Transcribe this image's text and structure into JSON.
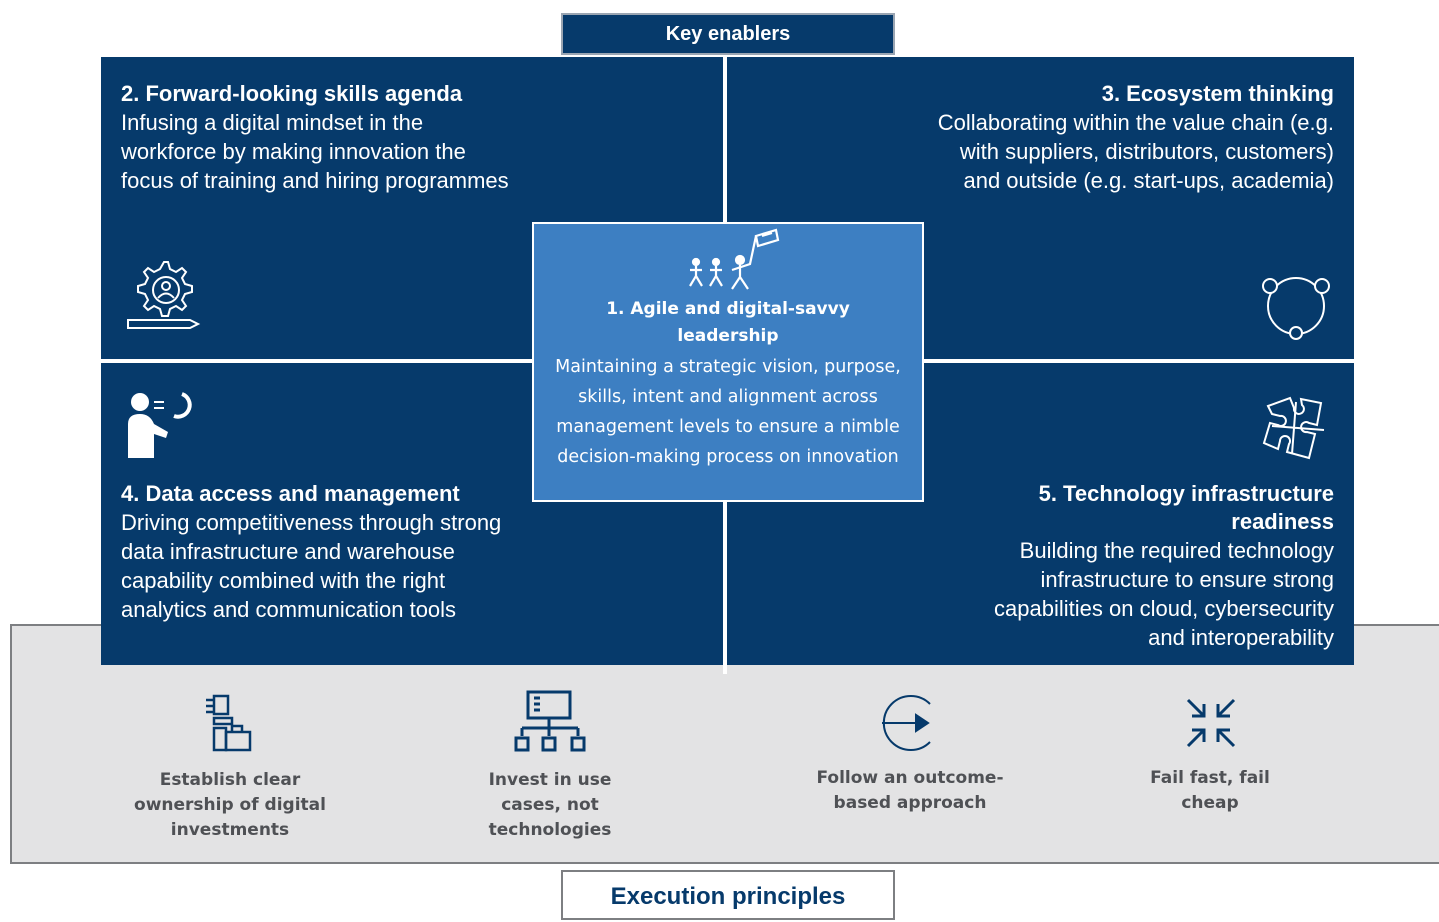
{
  "header": {
    "key_enablers": "Key enablers"
  },
  "enablers": {
    "skills": {
      "title": "2. Forward-looking skills agenda",
      "body": "Infusing a digital mindset in the workforce by making innovation the focus of training and hiring programmes",
      "icon": "gear-person-icon"
    },
    "ecosystem": {
      "title": "3. Ecosystem thinking",
      "body": "Collaborating within the value chain (e.g. with suppliers, distributors, customers) and outside (e.g. start-ups, academia)",
      "icon": "network-circle-icon"
    },
    "data": {
      "title": "4. Data access and management",
      "body": "Driving competitiveness through strong data infrastructure and warehouse capability combined with the right analytics and communication tools",
      "icon": "presenter-chart-icon"
    },
    "technology": {
      "title": "5. Technology infrastructure readiness",
      "body": "Building the required technology infrastructure to ensure strong capabilities on cloud, cybersecurity and interoperability",
      "icon": "puzzle-icon"
    },
    "leadership": {
      "title": "1. Agile and digital-savvy leadership",
      "body": "Maintaining a strategic vision, purpose, skills, intent and alignment across management levels to ensure a nimble decision-making process on innovation",
      "icon": "walking-group-flag-icon"
    }
  },
  "principles": [
    {
      "label": "Establish clear ownership of digital investments",
      "icon": "ownership-icon"
    },
    {
      "label": "Invest in use cases, not technologies",
      "icon": "hierarchy-icon"
    },
    {
      "label": "Follow an outcome-based approach",
      "icon": "arrow-circle-icon"
    },
    {
      "label": "Fail fast, fail cheap",
      "icon": "compress-arrows-icon"
    }
  ],
  "footer": {
    "execution_principles": "Execution principles"
  },
  "colors": {
    "dark_blue": "#063a6b",
    "mid_blue": "#3d7fc2",
    "gray_band": "#e3e3e4",
    "principle_text": "#4f5155"
  }
}
